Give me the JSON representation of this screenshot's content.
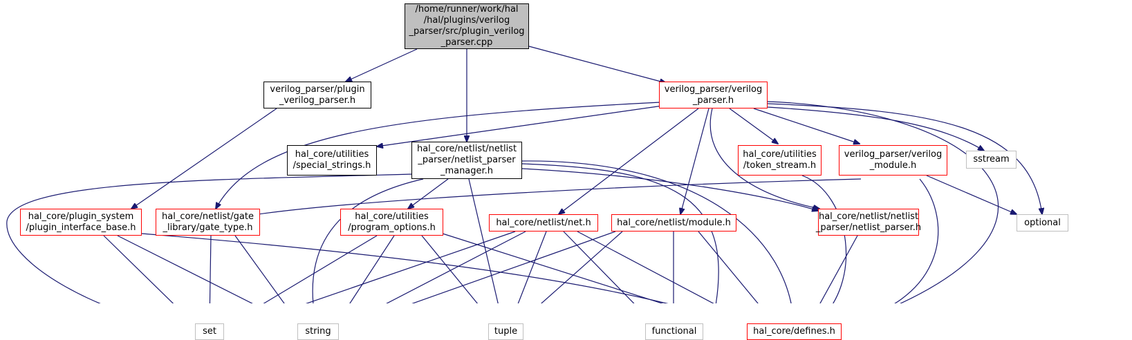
{
  "colors": {
    "edge": "#191970",
    "root_fill": "#bfbfbf",
    "documented_border": "#000000",
    "undocumented_border": "#ff0000",
    "external_border": "#bfbfbf"
  },
  "nodes": {
    "root": "/home/runner/work/hal\n/hal/plugins/verilog\n_parser/src/plugin_verilog\n_parser.cpp",
    "plugin_verilog_parser_h": "verilog_parser/plugin\n_verilog_parser.h",
    "verilog_parser_h": "verilog_parser/verilog\n_parser.h",
    "special_strings_h": "hal_core/utilities\n/special_strings.h",
    "netlist_parser_manager_h": "hal_core/netlist/netlist\n_parser/netlist_parser\n_manager.h",
    "token_stream_h": "hal_core/utilities\n/token_stream.h",
    "verilog_module_h": "verilog_parser/verilog\n_module.h",
    "sstream": "sstream",
    "plugin_interface_base_h": "hal_core/plugin_system\n/plugin_interface_base.h",
    "gate_type_h": "hal_core/netlist/gate\n_library/gate_type.h",
    "program_options_h": "hal_core/utilities\n/program_options.h",
    "net_h": "hal_core/netlist/net.h",
    "module_h": "hal_core/netlist/module.h",
    "netlist_parser_h": "hal_core/netlist/netlist\n_parser/netlist_parser.h",
    "optional": "optional",
    "set": "set",
    "string": "string",
    "tuple": "tuple",
    "functional": "functional",
    "defines_h": "hal_core/defines.h"
  }
}
